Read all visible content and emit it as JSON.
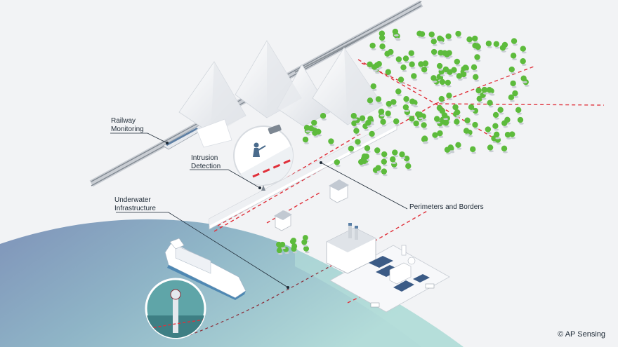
{
  "labels": {
    "railway_line1": "Railway",
    "railway_line2": "Monitoring",
    "intrusion_line1": "Intrusion",
    "intrusion_line2": "Detection",
    "underwater_line1": "Underwater",
    "underwater_line2": "Infrastructure",
    "perimeters": "Perimeters and Borders"
  },
  "copyright": "© AP Sensing",
  "colors": {
    "background": "#f2f3f5",
    "sea_deep": "#7e95b8",
    "sea_shallow": "#a9d5d6",
    "fiber_red": "#e0303a",
    "tree_green": "#5dbb3c",
    "mountain": "#ffffff",
    "leader_line": "#1e2a36"
  },
  "icons": {
    "mountains": "mountain-range-icon",
    "trees": "tree-icon",
    "camera": "security-camera-icon",
    "intruder": "intruder-icon",
    "ship": "cargo-ship-icon",
    "factory": "factory-icon",
    "solar": "solar-panel-icon",
    "guardhouse": "guardhouse-icon",
    "fence": "fence-icon"
  }
}
